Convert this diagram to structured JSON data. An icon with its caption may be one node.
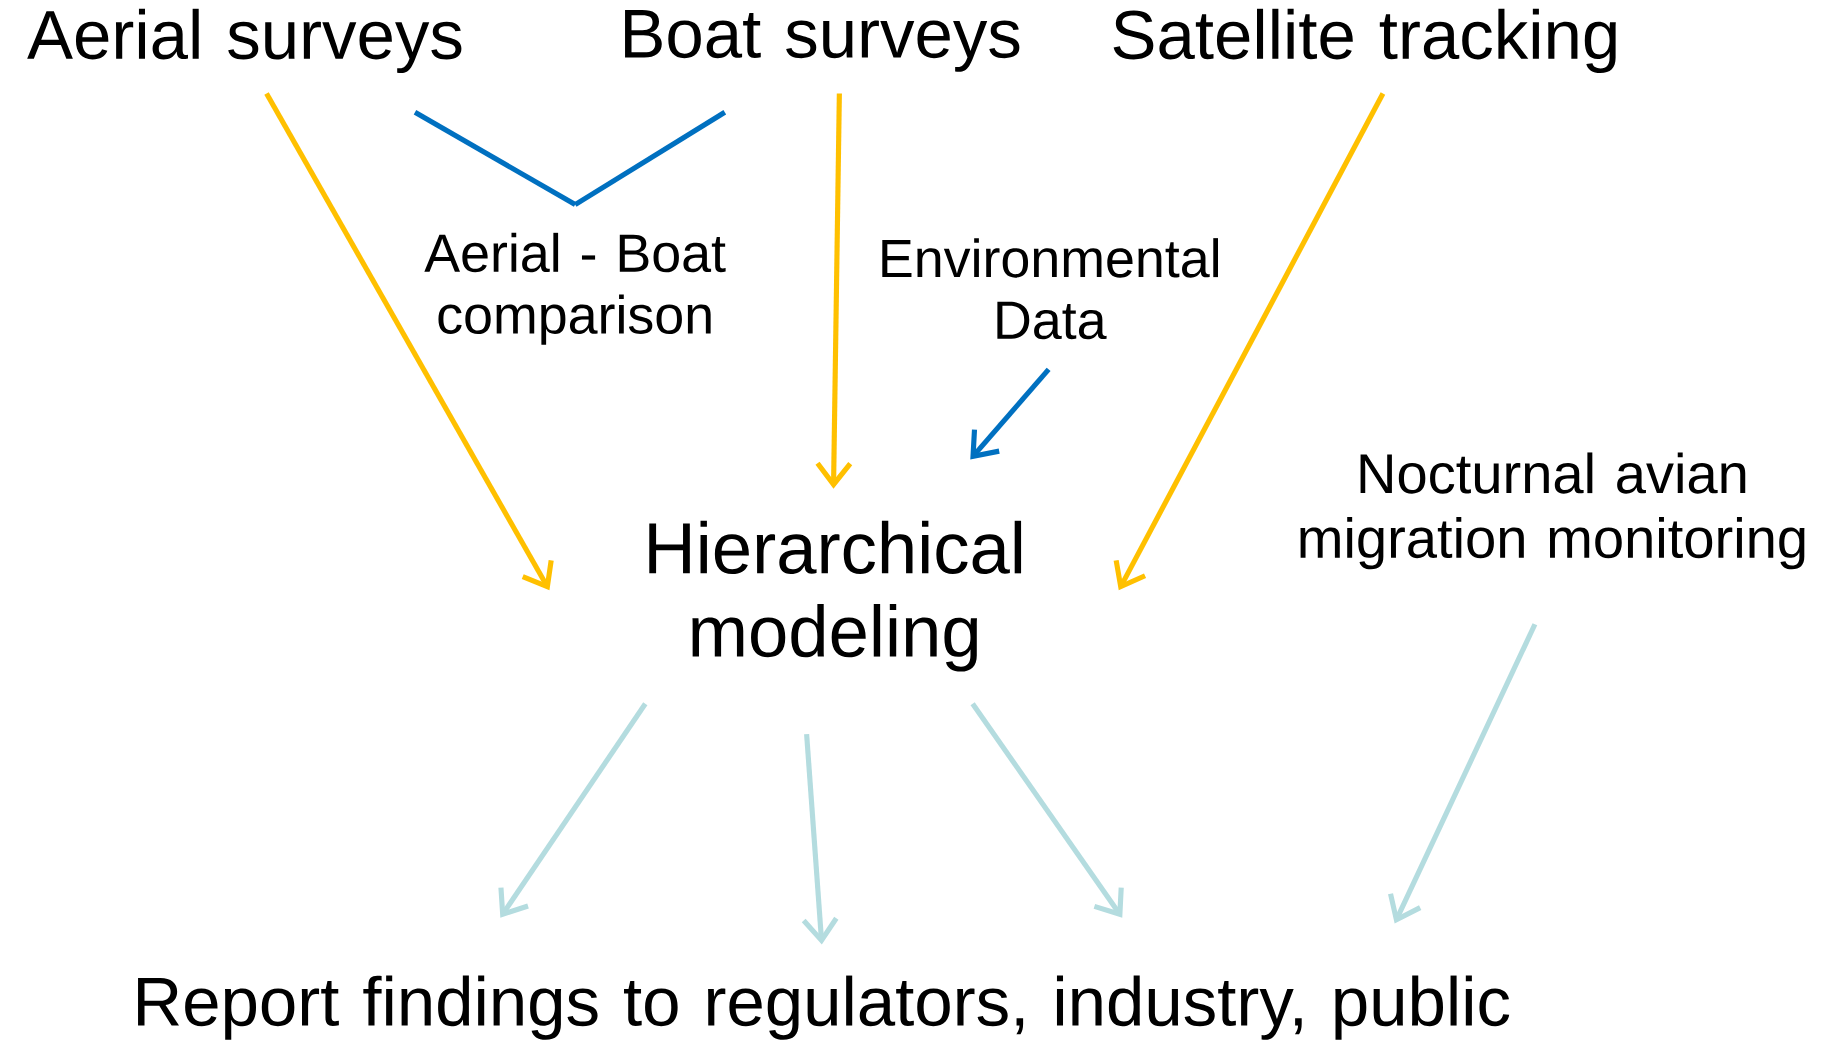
{
  "diagram": {
    "nodes": [
      {
        "text": [
          "Aerial surveys"
        ]
      },
      {
        "text": [
          "Boat surveys"
        ]
      },
      {
        "text": [
          "Satellite tracking"
        ]
      },
      {
        "text": [
          "Aerial - Boat comparison"
        ]
      },
      {
        "text": [
          "Environmental Data"
        ]
      },
      {
        "text": [
          "Hierarchical modeling"
        ]
      },
      {
        "text": [
          "Nocturnal avian migration monitoring"
        ]
      },
      {
        "text": [
          "Report findings to regulators, industry, public"
        ]
      }
    ],
    "edges": [
      {
        "from": 0,
        "to": 5,
        "arrow": "to",
        "color": "#ffc000"
      },
      {
        "from": 1,
        "to": 5,
        "arrow": "to",
        "color": "#ffc000"
      },
      {
        "from": 2,
        "to": 5,
        "arrow": "to",
        "color": "#ffc000"
      },
      {
        "from": 4,
        "to": 5,
        "arrow": "to",
        "color": "#0070c0"
      },
      {
        "from": 0,
        "to": 3,
        "arrow": "none",
        "color": "#0070c0"
      },
      {
        "from": 1,
        "to": 3,
        "arrow": "none",
        "color": "#0070c0"
      },
      {
        "from": 5,
        "to": 7,
        "arrow": "to"
      },
      {
        "from": 5,
        "to": 7,
        "arrow": "to"
      },
      {
        "from": 5,
        "to": 7,
        "arrow": "to"
      },
      {
        "from": 6,
        "to": 7,
        "arrow": "to"
      }
    ]
  }
}
